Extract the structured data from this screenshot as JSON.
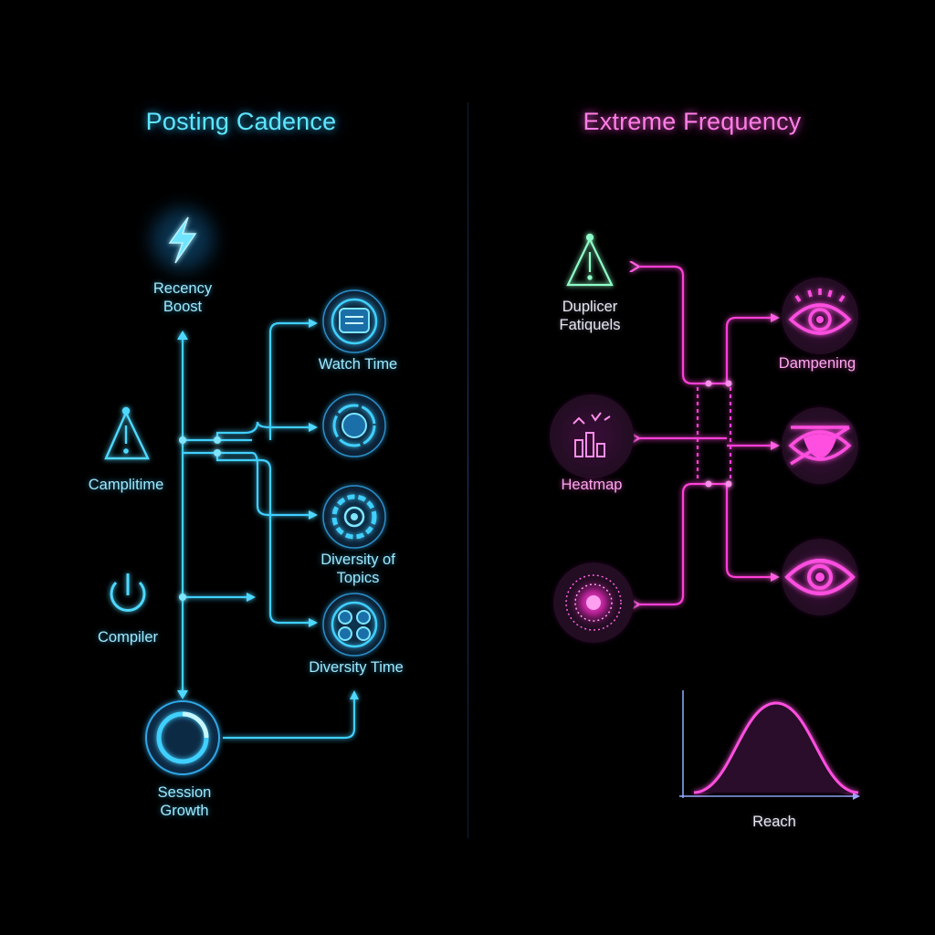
{
  "left": {
    "title": "Posting Cadence",
    "nodes": {
      "recency": "Recency\nBoost",
      "camplitime": "Camplitime",
      "compiler": "Compiler",
      "session": "Session\nGrowth",
      "watch_time": "Watch Time",
      "diversity_topics": "Diversity of\nTopics",
      "diversity_time": "Diversity Time"
    }
  },
  "right": {
    "title": "Extreme Frequency",
    "nodes": {
      "duplicer": "Duplicer\nFatiquels",
      "heatmap": "Heatmap",
      "dampening": "Dampening"
    },
    "chart_label": "Reach"
  },
  "icons": {
    "recency": "lightning-icon",
    "camplitime": "warning-triangle-icon",
    "compiler": "power-icon",
    "session": "ring-icon",
    "watch_time": "screen-icon",
    "loop": "circle-target-icon",
    "diversity_topics": "gear-icon",
    "diversity_time": "cluster-icon",
    "duplicer": "warning-triangle-icon",
    "heatmap": "bar-chart-icon",
    "burst": "burst-icon",
    "eye_top": "eye-icon",
    "eye_mid": "crossed-eye-icon",
    "eye_bottom": "eye-icon"
  },
  "colors": {
    "cyan": "#3fd0ff",
    "pink": "#ff3fd8",
    "background": "#000000"
  }
}
